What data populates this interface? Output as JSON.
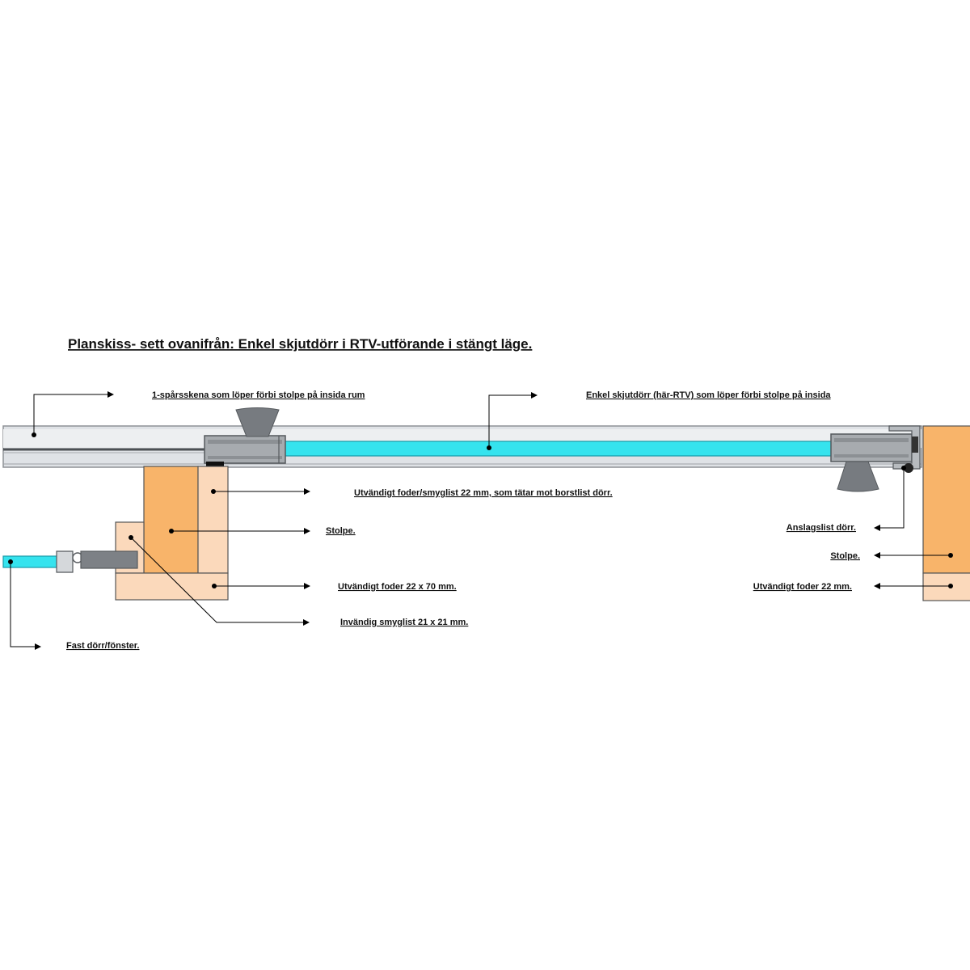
{
  "title": "Planskiss- sett ovanifrån:  Enkel skjutdörr i RTV-utförande  i stängt läge.",
  "labels": {
    "rail": "1-spårsskena  som löper förbi stolpe på insida rum",
    "door": "Enkel  skjutdörr (här-RTV) som löper förbi stolpe på insida",
    "outer_trim_seal": "Utvändigt foder/smyglist  22 mm, som tätar mot borstlist dörr.",
    "post_left": "Stolpe.",
    "outer_trim_left": "Utvändigt foder 22 x 70 mm.",
    "inner_trim": "Invändig smyglist  21 x 21 mm.",
    "fixed_door": "Fast dörr/fönster.",
    "stop_strip": "Anslagslist  dörr.",
    "post_right": "Stolpe.",
    "outer_trim_right": "Utvändigt foder 22 mm."
  },
  "colors": {
    "rail": "#dcdfe3",
    "glass": "#35e3ee",
    "post_wood": "#f8b46a",
    "trim_wood": "#fbd9bb",
    "handle": "#777b80",
    "profile": "#a7abaf"
  }
}
